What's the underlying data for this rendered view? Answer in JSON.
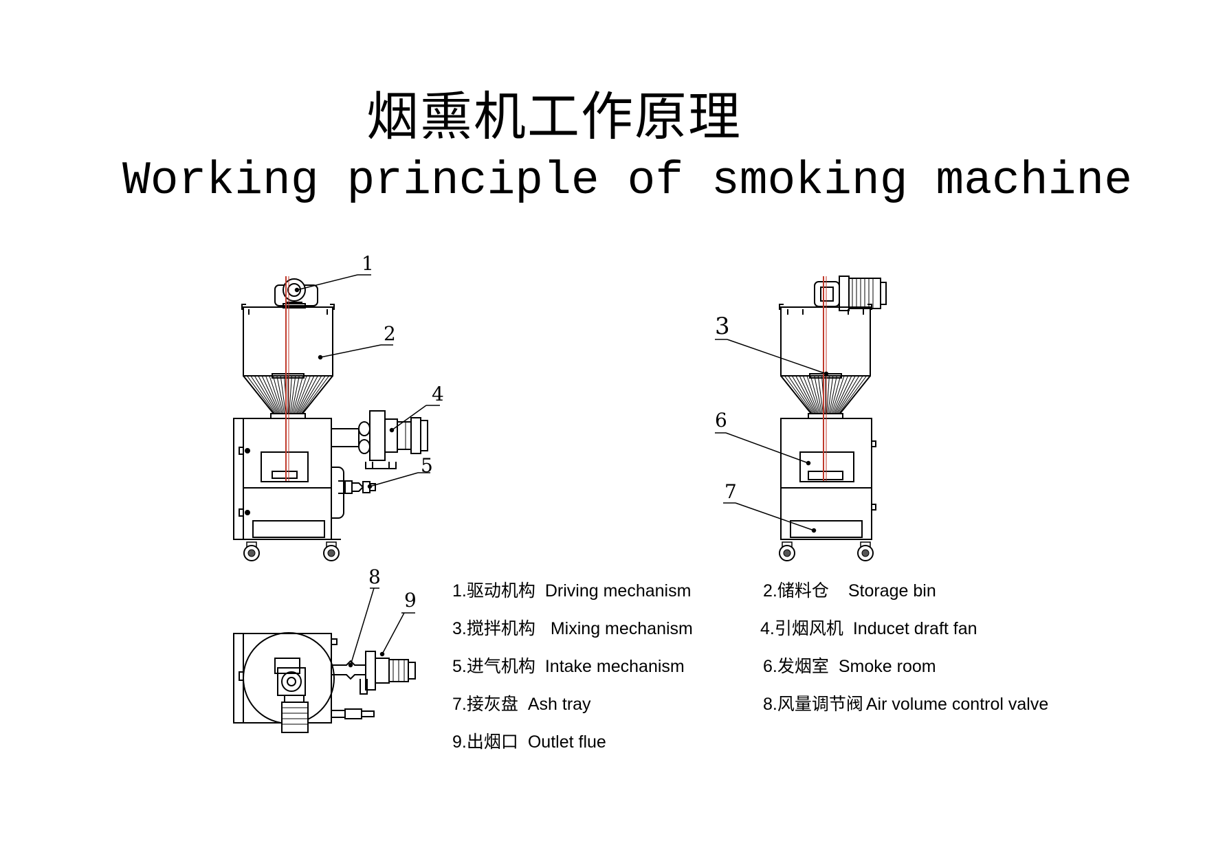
{
  "title": {
    "chinese": "烟熏机工作原理",
    "english": "Working principle of smoking machine"
  },
  "callouts": [
    "1",
    "2",
    "3",
    "4",
    "5",
    "6",
    "7",
    "8",
    "9"
  ],
  "legend": [
    {
      "cn": "1.驱动机构",
      "en": "Driving mechanism"
    },
    {
      "cn": "2.储料仓",
      "en": "Storage bin"
    },
    {
      "cn": "3.搅拌机构",
      "en": "Mixing mechanism"
    },
    {
      "cn": "4.引烟风机",
      "en": "Inducet draft fan"
    },
    {
      "cn": "5.进气机构",
      "en": "Intake mechanism"
    },
    {
      "cn": "6.发烟室",
      "en": "Smoke room"
    },
    {
      "cn": "7.接灰盘",
      "en": "Ash tray"
    },
    {
      "cn": "8.风量调节阀",
      "en": "Air volume control valve"
    },
    {
      "cn": "9.出烟口",
      "en": "Outlet flue"
    }
  ],
  "colors": {
    "line": "#000000",
    "shaft": "#c0392b"
  }
}
